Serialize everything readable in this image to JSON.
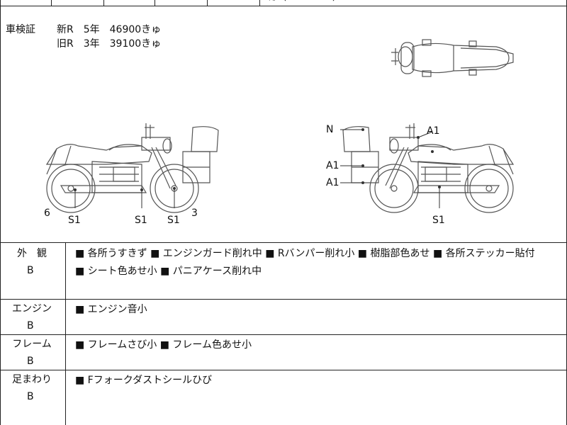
{
  "header_partial": "カ（・・・・・）",
  "shaken": {
    "label": "車検証",
    "new_row": "新R　5年　46900きゅ",
    "old_row": "旧R　3年　39100きゅ"
  },
  "diagram_left": {
    "label_6": "6",
    "label_3": "3",
    "s1_a": "S1",
    "s1_b": "S1",
    "s1_c": "S1"
  },
  "diagram_right": {
    "label_n": "N",
    "label_a1_top": "A1",
    "label_a1_mid": "A1",
    "label_a1_low": "A1",
    "label_s1": "S1"
  },
  "rows": [
    {
      "label": "外　観",
      "grade": "B",
      "line1": "■ 各所うすきず  ■ エンジンガード削れ中  ■ Rバンパー削れ小  ■ 樹脂部色あせ  ■ 各所ステッカー貼付",
      "line2": "■ シート色あせ小  ■ パニアケース削れ中"
    },
    {
      "label": "エンジン",
      "grade": "B",
      "line1": "■ エンジン音小"
    },
    {
      "label": "フレーム",
      "grade": "B",
      "line1": "■ フレームさび小  ■ フレーム色あせ小"
    },
    {
      "label": "足まわり",
      "grade": "B",
      "line1": "■ Fフォークダストシールひび"
    }
  ]
}
